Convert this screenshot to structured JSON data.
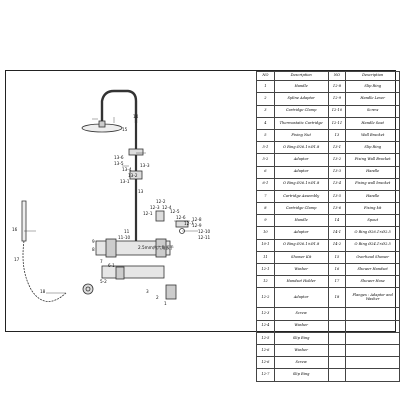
{
  "table": {
    "headers": [
      "NO",
      "Description",
      "NO",
      "Description"
    ],
    "rows": [
      [
        "1",
        "Handle",
        "12-8",
        "Slip Ring"
      ],
      [
        "2",
        "Spline Adaptor",
        "12-9",
        "Handle Lever"
      ],
      [
        "3",
        "Cartridge Clamp",
        "12-10",
        "Screw"
      ],
      [
        "4",
        "Thermostatic Cartridge",
        "12-11",
        "Handle Seat"
      ],
      [
        "5",
        "Fixing Nut",
        "13",
        "Wall Bracket"
      ],
      [
        "5-1",
        "O Ring  Ø26.1×Ø1.8",
        "13-1",
        "Slip Ring"
      ],
      [
        "5-2",
        "Adaptor",
        "13-2",
        "Fixing Wall Bracket"
      ],
      [
        "6",
        "Adaptor",
        "13-3",
        "Handle"
      ],
      [
        "6-1",
        "O Ring  Ø26.1×Ø1.8",
        "13-4",
        "Fixing wall bracket"
      ],
      [
        "7",
        "Cartridge Assembly",
        "13-5",
        "Handle"
      ],
      [
        "8",
        "Cartridge Clamp",
        "13-6",
        "Fixing kit"
      ],
      [
        "9",
        "Handle",
        "14",
        "Spout"
      ],
      [
        "10",
        "Adaptor",
        "14-1",
        "O Ring  Ø26.1×Ø2.5"
      ],
      [
        "10-1",
        "O Ring  Ø26.1×Ø1.8",
        "14-2",
        "O Ring  Ø24.1×Ø2.5"
      ],
      [
        "11",
        "Shower Kit",
        "15",
        "Overhead Shower"
      ],
      [
        "12-1",
        "Washer",
        "16",
        "Shower Handset"
      ],
      [
        "12",
        "Handset Holder",
        "17",
        "Shower Hose"
      ],
      [
        "12-2",
        "Adaptor",
        "18",
        "Flanges : Adaptor and Washer"
      ],
      [
        "12-3",
        "Screw",
        "",
        ""
      ],
      [
        "12-4",
        "Washer",
        "",
        ""
      ],
      [
        "12-5",
        "Slip Ring",
        "",
        ""
      ],
      [
        "12-6",
        "Washer",
        "",
        ""
      ],
      [
        "12-6",
        "Screw",
        "",
        ""
      ],
      [
        "12-7",
        "Slip Ring",
        "",
        ""
      ]
    ]
  },
  "callouts": {
    "c14": "14",
    "c15": "15",
    "c13_6": "13-6",
    "c13_5": "13-5",
    "c13_4": "13-4",
    "c13_3": "13-3",
    "c13_2": "13-2",
    "c13_1": "13-1",
    "c13": "13",
    "c12_1": "12-1",
    "c12_2": "12-2",
    "c12_3": "12-3",
    "c12_4": "12-4",
    "c12_5": "12-5",
    "c12_6": "12-6",
    "c12_7": "12-7",
    "c12_8": "12-8",
    "c12_9": "12-9",
    "c12_10": "12-10",
    "c12_11": "12-11",
    "c16": "16",
    "c17": "17",
    "c18": "18",
    "c11": "11",
    "c11_10": "11-10",
    "c9": "9",
    "c8": "8",
    "c7": "7",
    "c6_1": "6-1",
    "c5_2": "5-2",
    "c2": "2",
    "c1": "1",
    "c3": "3",
    "note": "2.5mm内六角扳手"
  }
}
